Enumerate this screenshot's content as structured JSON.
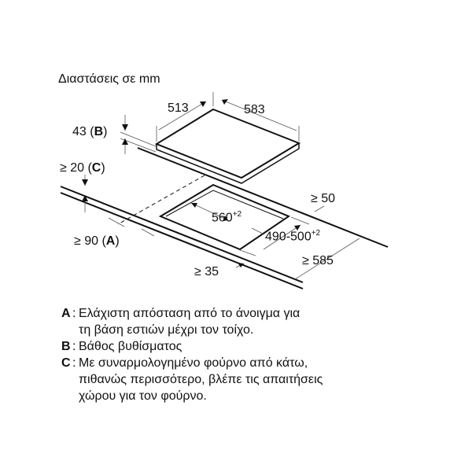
{
  "title": "Διαστάσεις σε mm",
  "dimensions": {
    "depth": "513",
    "width": "583",
    "b_value": "43 (",
    "b_letter": "B",
    "c_value": "≥ 20 (",
    "c_letter": "C",
    "a_value": "≥ 90 (",
    "a_letter": "A",
    "cutout_width": "560",
    "cutout_width_tol": "+2",
    "cutout_depth": "490-500",
    "cutout_depth_tol": "+2",
    "rear_gap": "≥ 50",
    "counter_depth": "≥ 585",
    "front_gap": "≥ 35",
    "close_paren": ")"
  },
  "legend": [
    {
      "key": "A",
      "lines": [
        "Ελάχιστη απόσταση από το άνοιγμα για",
        "τη βάση εστιών μέχρι τον τοίχο."
      ]
    },
    {
      "key": "B",
      "lines": [
        "Βάθος βυθίσματος"
      ]
    },
    {
      "key": "C",
      "lines": [
        "Με συναρμολογημένο φούρνο από κάτω,",
        "πιθανώς περισσότερο, βλέπε τις απαιτήσεις",
        "χώρου για τον φούρνο."
      ]
    }
  ]
}
